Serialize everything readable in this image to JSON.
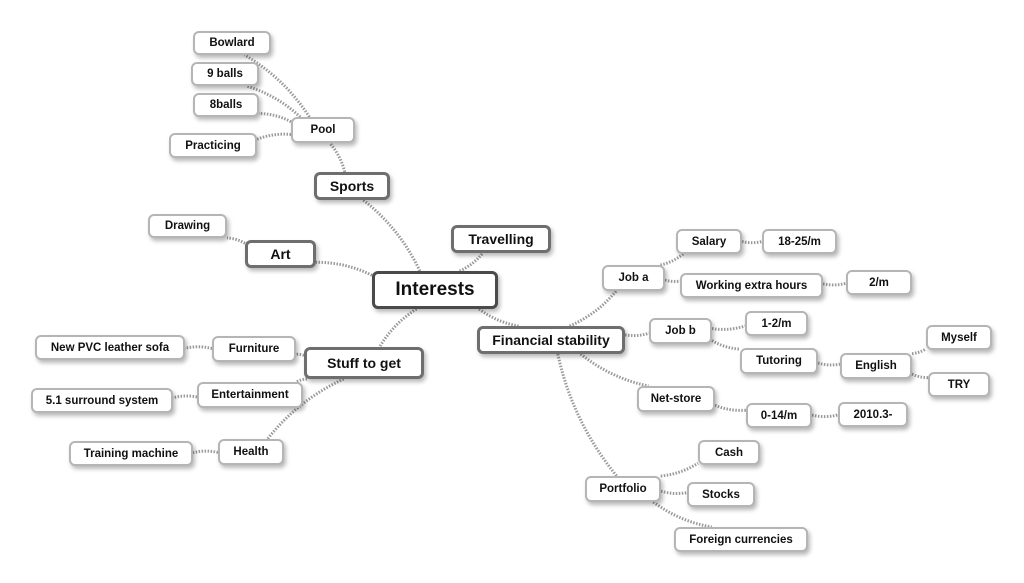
{
  "mindmap": {
    "root": "Interests",
    "nodes": [
      {
        "id": "interests",
        "label": "Interests",
        "level": 0
      },
      {
        "id": "sports",
        "label": "Sports",
        "level": 1,
        "parent": "interests"
      },
      {
        "id": "pool",
        "label": "Pool",
        "level": 2,
        "parent": "sports"
      },
      {
        "id": "bowlard",
        "label": "Bowlard",
        "level": 3,
        "parent": "pool"
      },
      {
        "id": "9balls",
        "label": "9 balls",
        "level": 3,
        "parent": "pool"
      },
      {
        "id": "8balls",
        "label": "8balls",
        "level": 3,
        "parent": "pool"
      },
      {
        "id": "practicing",
        "label": "Practicing",
        "level": 3,
        "parent": "pool"
      },
      {
        "id": "art",
        "label": "Art",
        "level": 1,
        "parent": "interests"
      },
      {
        "id": "drawing",
        "label": "Drawing",
        "level": 2,
        "parent": "art"
      },
      {
        "id": "travelling",
        "label": "Travelling",
        "level": 1,
        "parent": "interests"
      },
      {
        "id": "stuff",
        "label": "Stuff to get",
        "level": 1,
        "parent": "interests"
      },
      {
        "id": "furniture",
        "label": "Furniture",
        "level": 2,
        "parent": "stuff"
      },
      {
        "id": "sofa",
        "label": "New PVC leather sofa",
        "level": 3,
        "parent": "furniture"
      },
      {
        "id": "entertainment",
        "label": "Entertainment",
        "level": 2,
        "parent": "stuff"
      },
      {
        "id": "surround",
        "label": "5.1 surround system",
        "level": 3,
        "parent": "entertainment"
      },
      {
        "id": "health",
        "label": "Health",
        "level": 2,
        "parent": "stuff"
      },
      {
        "id": "training",
        "label": "Training machine",
        "level": 3,
        "parent": "health"
      },
      {
        "id": "financial",
        "label": "Financial stability",
        "level": 1,
        "parent": "interests"
      },
      {
        "id": "joba",
        "label": "Job a",
        "level": 2,
        "parent": "financial"
      },
      {
        "id": "salary",
        "label": "Salary",
        "level": 3,
        "parent": "joba"
      },
      {
        "id": "salary_val",
        "label": "18-25/m",
        "level": 4,
        "parent": "salary"
      },
      {
        "id": "extra",
        "label": "Working extra hours",
        "level": 3,
        "parent": "joba"
      },
      {
        "id": "extra_val",
        "label": "2/m",
        "level": 4,
        "parent": "extra"
      },
      {
        "id": "jobb",
        "label": "Job b",
        "level": 2,
        "parent": "financial"
      },
      {
        "id": "jobb_val",
        "label": "1-2/m",
        "level": 3,
        "parent": "jobb"
      },
      {
        "id": "tutoring",
        "label": "Tutoring",
        "level": 3,
        "parent": "jobb"
      },
      {
        "id": "english",
        "label": "English",
        "level": 4,
        "parent": "tutoring"
      },
      {
        "id": "myself",
        "label": "Myself",
        "level": 5,
        "parent": "english"
      },
      {
        "id": "try",
        "label": "TRY",
        "level": 5,
        "parent": "english"
      },
      {
        "id": "netstore",
        "label": "Net-store",
        "level": 2,
        "parent": "financial"
      },
      {
        "id": "netstore_val",
        "label": "0-14/m",
        "level": 3,
        "parent": "netstore"
      },
      {
        "id": "netstore_date",
        "label": "2010.3-",
        "level": 4,
        "parent": "netstore_val"
      },
      {
        "id": "portfolio",
        "label": "Portfolio",
        "level": 2,
        "parent": "financial"
      },
      {
        "id": "cash",
        "label": "Cash",
        "level": 3,
        "parent": "portfolio"
      },
      {
        "id": "stocks",
        "label": "Stocks",
        "level": 3,
        "parent": "portfolio"
      },
      {
        "id": "foreign",
        "label": "Foreign currencies",
        "level": 3,
        "parent": "portfolio"
      }
    ]
  },
  "colors": {
    "line": "#9a9a9a",
    "root_border": "#4a4a4a",
    "main_border": "#6e6e6e",
    "sub_border": "#b5b5b5"
  }
}
